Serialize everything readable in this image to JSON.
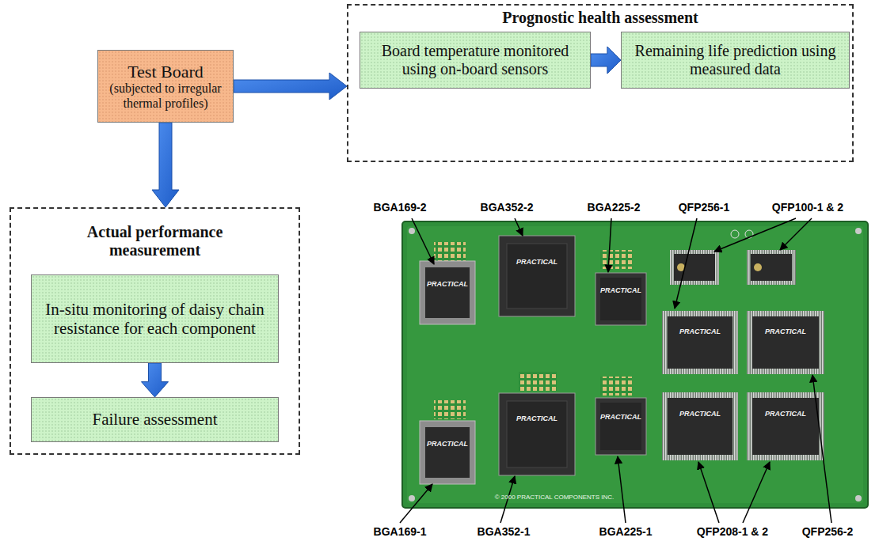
{
  "diagram": {
    "nodes": [
      {
        "text": [
          "Test Board",
          "(subjected to irregular thermal profiles)"
        ]
      },
      {
        "text": [
          "Prognostic health assessment"
        ]
      },
      {
        "text": [
          "Board temperature monitored using on-board sensors"
        ],
        "in": 1
      },
      {
        "text": [
          "Remaining life prediction using measured data"
        ],
        "in": 1
      },
      {
        "text": [
          "Actual performance measurement"
        ]
      },
      {
        "text": [
          "In-situ monitoring of daisy chain resistance for each component"
        ],
        "in": 4
      },
      {
        "text": [
          "Failure assessment"
        ],
        "in": 4
      }
    ],
    "edges": [
      {
        "from": 0,
        "to": 1,
        "arrow": "to"
      },
      {
        "from": 2,
        "to": 3,
        "arrow": "to"
      },
      {
        "from": 0,
        "to": 4,
        "arrow": "to"
      },
      {
        "from": 5,
        "to": 6,
        "arrow": "to"
      }
    ],
    "labels": [
      "BGA169-2",
      "BGA352-2",
      "BGA225-2",
      "QFP256-1",
      "QFP100-1 & 2",
      "BGA169-1",
      "BGA352-1",
      "BGA225-1",
      "QFP208-1 & 2",
      "QFP256-2",
      "PRACTICAL",
      "PRACTICAL",
      "PRACTICAL",
      "PRACTICAL",
      "PRACTICAL",
      "PRACTICAL",
      "PRACTICAL",
      "PRACTICAL",
      "PRACTICAL",
      "PRACTICAL",
      "© 2000 PRACTICAL COMPONENTS INC."
    ]
  }
}
